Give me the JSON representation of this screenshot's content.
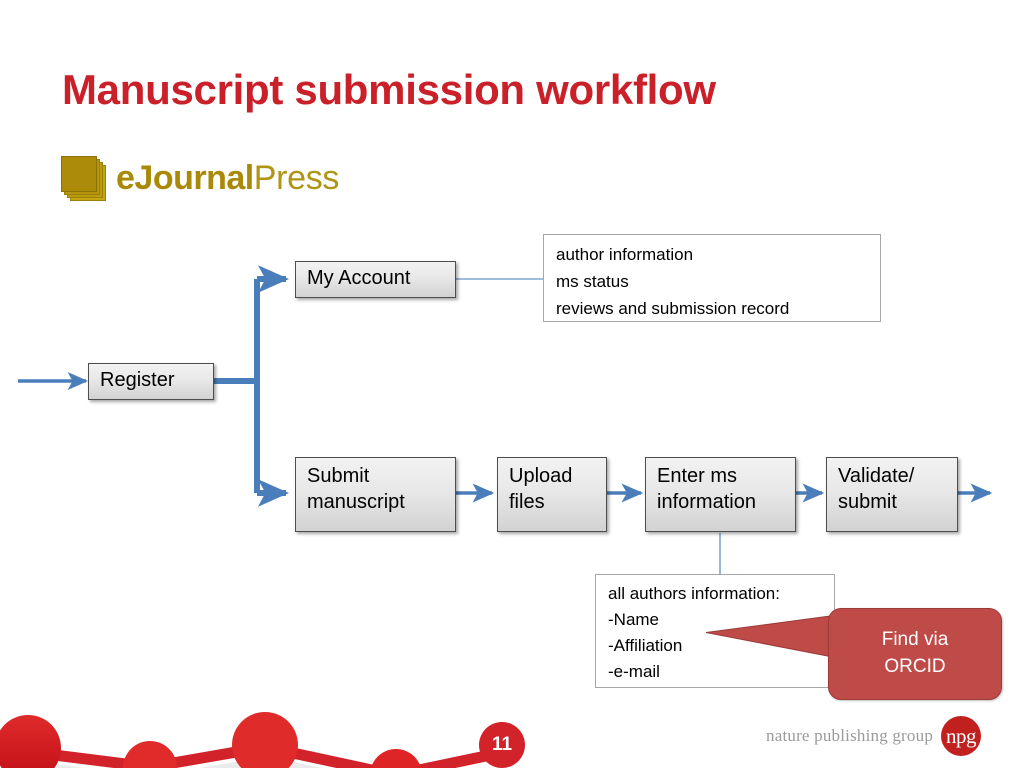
{
  "slide": {
    "title": "Manuscript submission workflow",
    "number": "11",
    "background_color": "#ffffff",
    "title_color": "#c9202a"
  },
  "logo": {
    "name": "ejournalpress-logo",
    "word_bold": "eJournal",
    "word_light": "Press",
    "color": "#a98a08"
  },
  "flow": {
    "boxes": [
      {
        "id": "register",
        "label": "Register"
      },
      {
        "id": "my-account",
        "label": "My Account"
      },
      {
        "id": "submit-ms",
        "label": "Submit\nmanuscript"
      },
      {
        "id": "upload",
        "label": "Upload\nfiles"
      },
      {
        "id": "enter-ms",
        "label": "Enter ms\ninformation"
      },
      {
        "id": "validate",
        "label": "Validate/\nsubmit"
      }
    ],
    "arrow_color": "#4a7ebb",
    "box_fill": "#e8e8e8",
    "box_border": "#4d4d4d"
  },
  "notes": {
    "account_note": "author information\nms status\nreviews and submission record",
    "authors_note": "all authors information:\n-Name\n-Affiliation\n-e-mail"
  },
  "callout": {
    "label": "Find via\nORCID",
    "color": "#bf4b49",
    "text_color": "#ffffff"
  },
  "footer": {
    "publisher": "nature publishing group",
    "publisher_mark": "npg",
    "mark_color": "#c0211f",
    "decoration_color": "#d2222a"
  }
}
